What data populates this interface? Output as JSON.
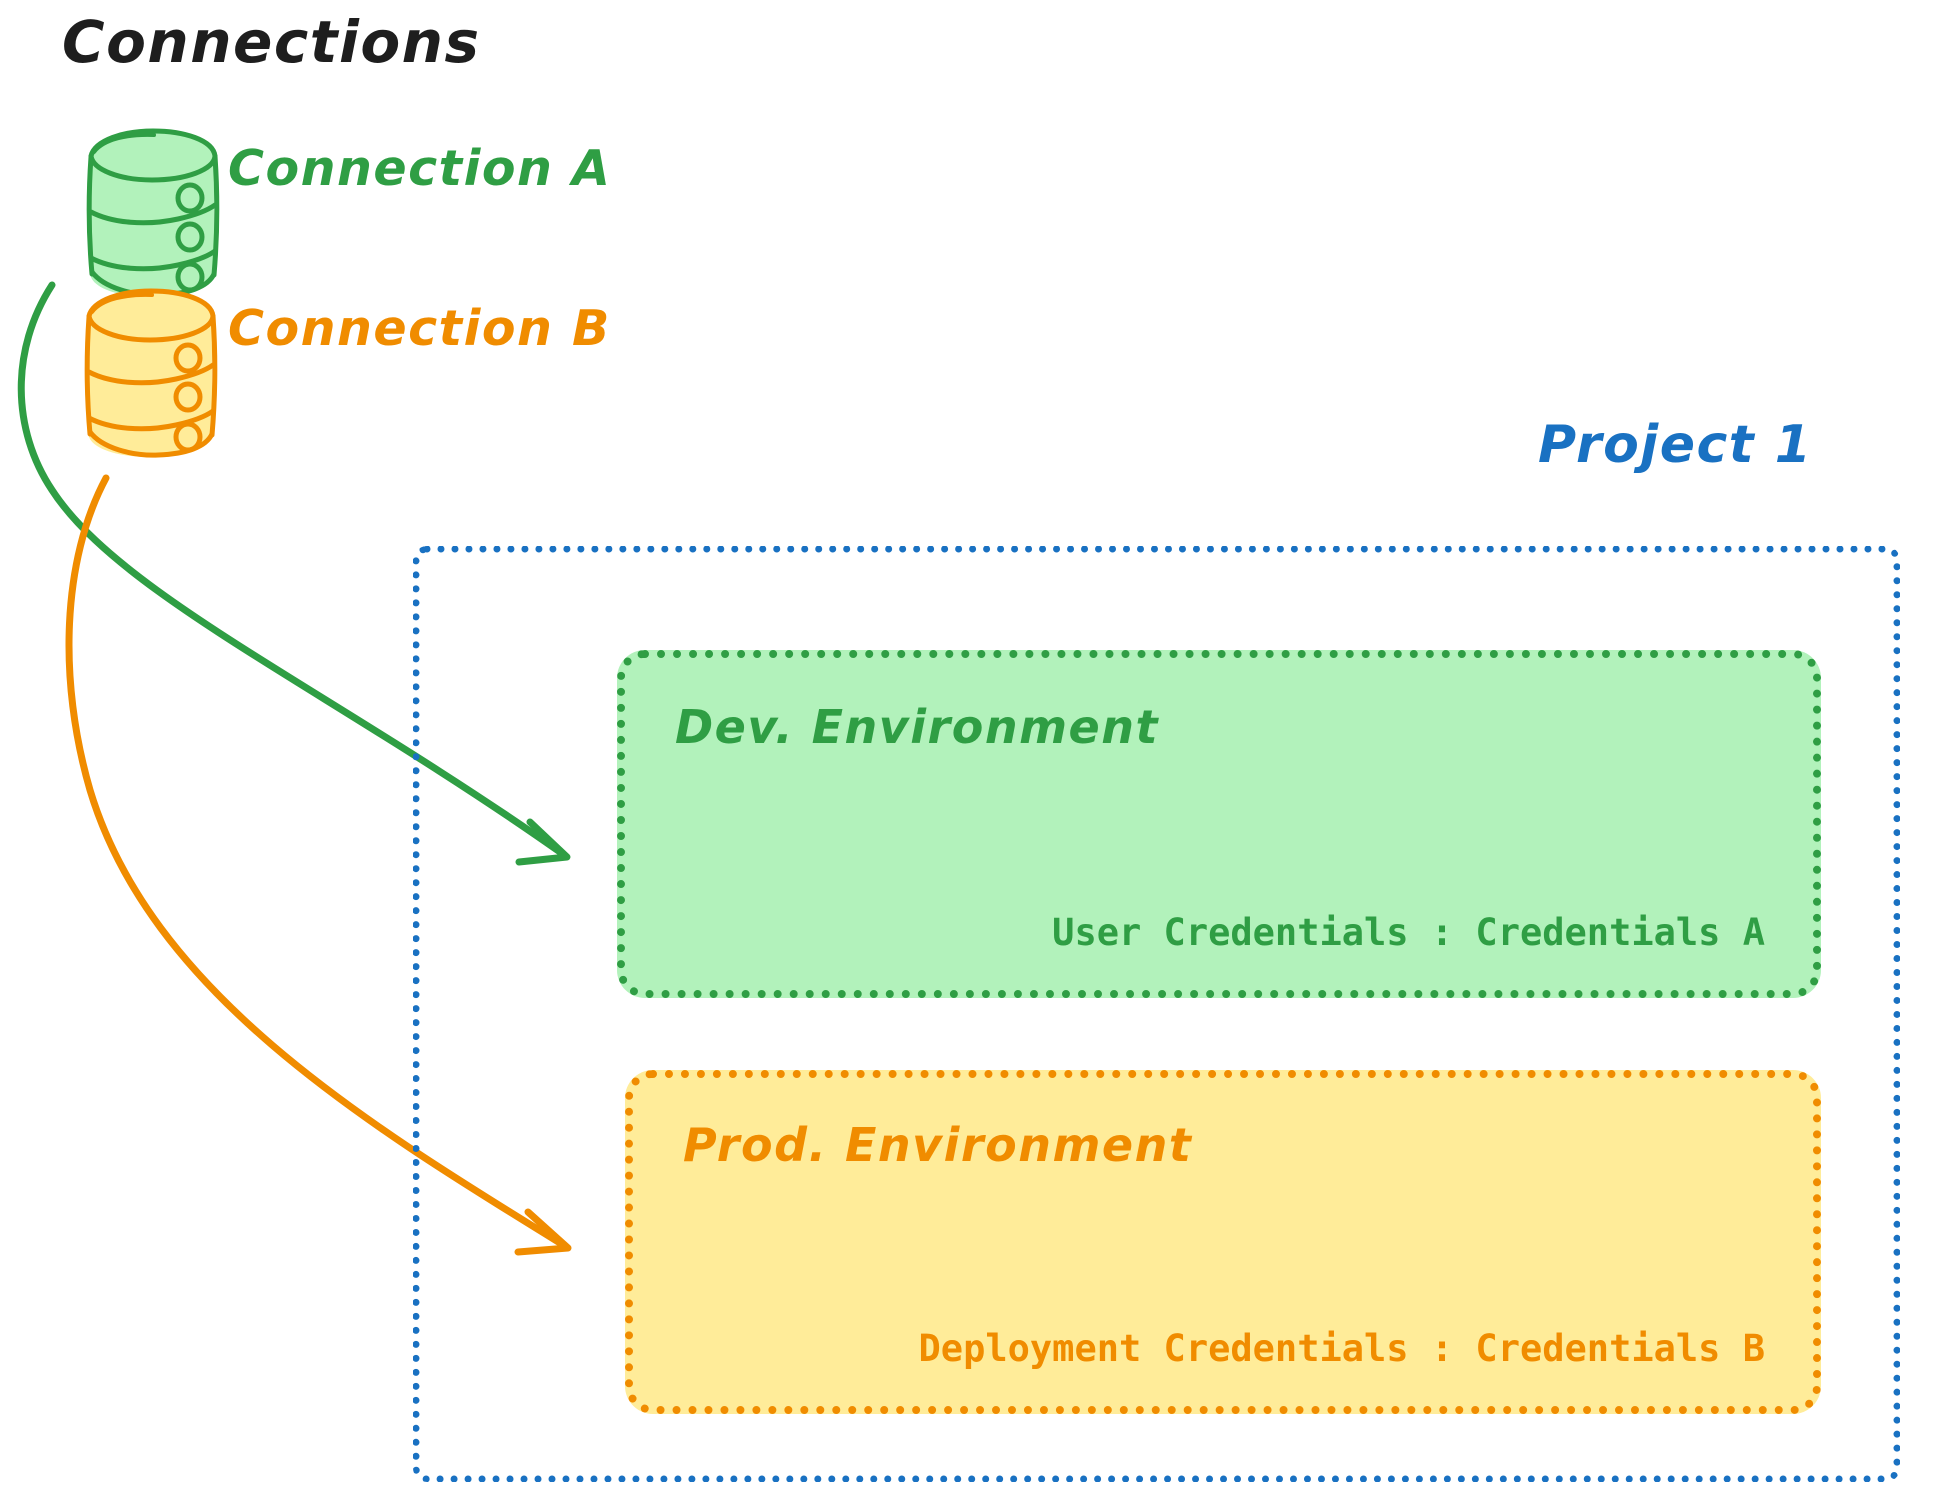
{
  "diagram": {
    "heading": "Connections",
    "connections": [
      {
        "id": "connection-a",
        "label": "Connection A",
        "icon": "database-cylinder-icon",
        "color": "#2f9e44",
        "fill": "#b2f2bb"
      },
      {
        "id": "connection-b",
        "label": "Connection B",
        "icon": "database-cylinder-icon",
        "color": "#f08c00",
        "fill": "#ffec99"
      }
    ],
    "project": {
      "title": "Project 1",
      "color": "#1971c2",
      "environments": [
        {
          "id": "dev-environment",
          "title": "Dev. Environment",
          "credential_label": "User Credentials",
          "credential_separator": ":",
          "credential_value": "Credentials A",
          "credential_line": "User Credentials : Credentials A",
          "border_color": "#2f9e44",
          "fill_color": "#b2f2bb"
        },
        {
          "id": "prod-environment",
          "title": "Prod. Environment",
          "credential_label": "Deployment Credentials",
          "credential_separator": ":",
          "credential_value": "Credentials B",
          "credential_line": "Deployment Credentials : Credentials B",
          "border_color": "#f08c00",
          "fill_color": "#ffec99"
        }
      ]
    },
    "arrows": [
      {
        "id": "arrow-connection-a-to-dev",
        "from": "connection-a",
        "to": "dev-environment",
        "color": "#2f9e44"
      },
      {
        "id": "arrow-connection-b-to-prod",
        "from": "connection-b",
        "to": "prod-environment",
        "color": "#f08c00"
      }
    ]
  }
}
